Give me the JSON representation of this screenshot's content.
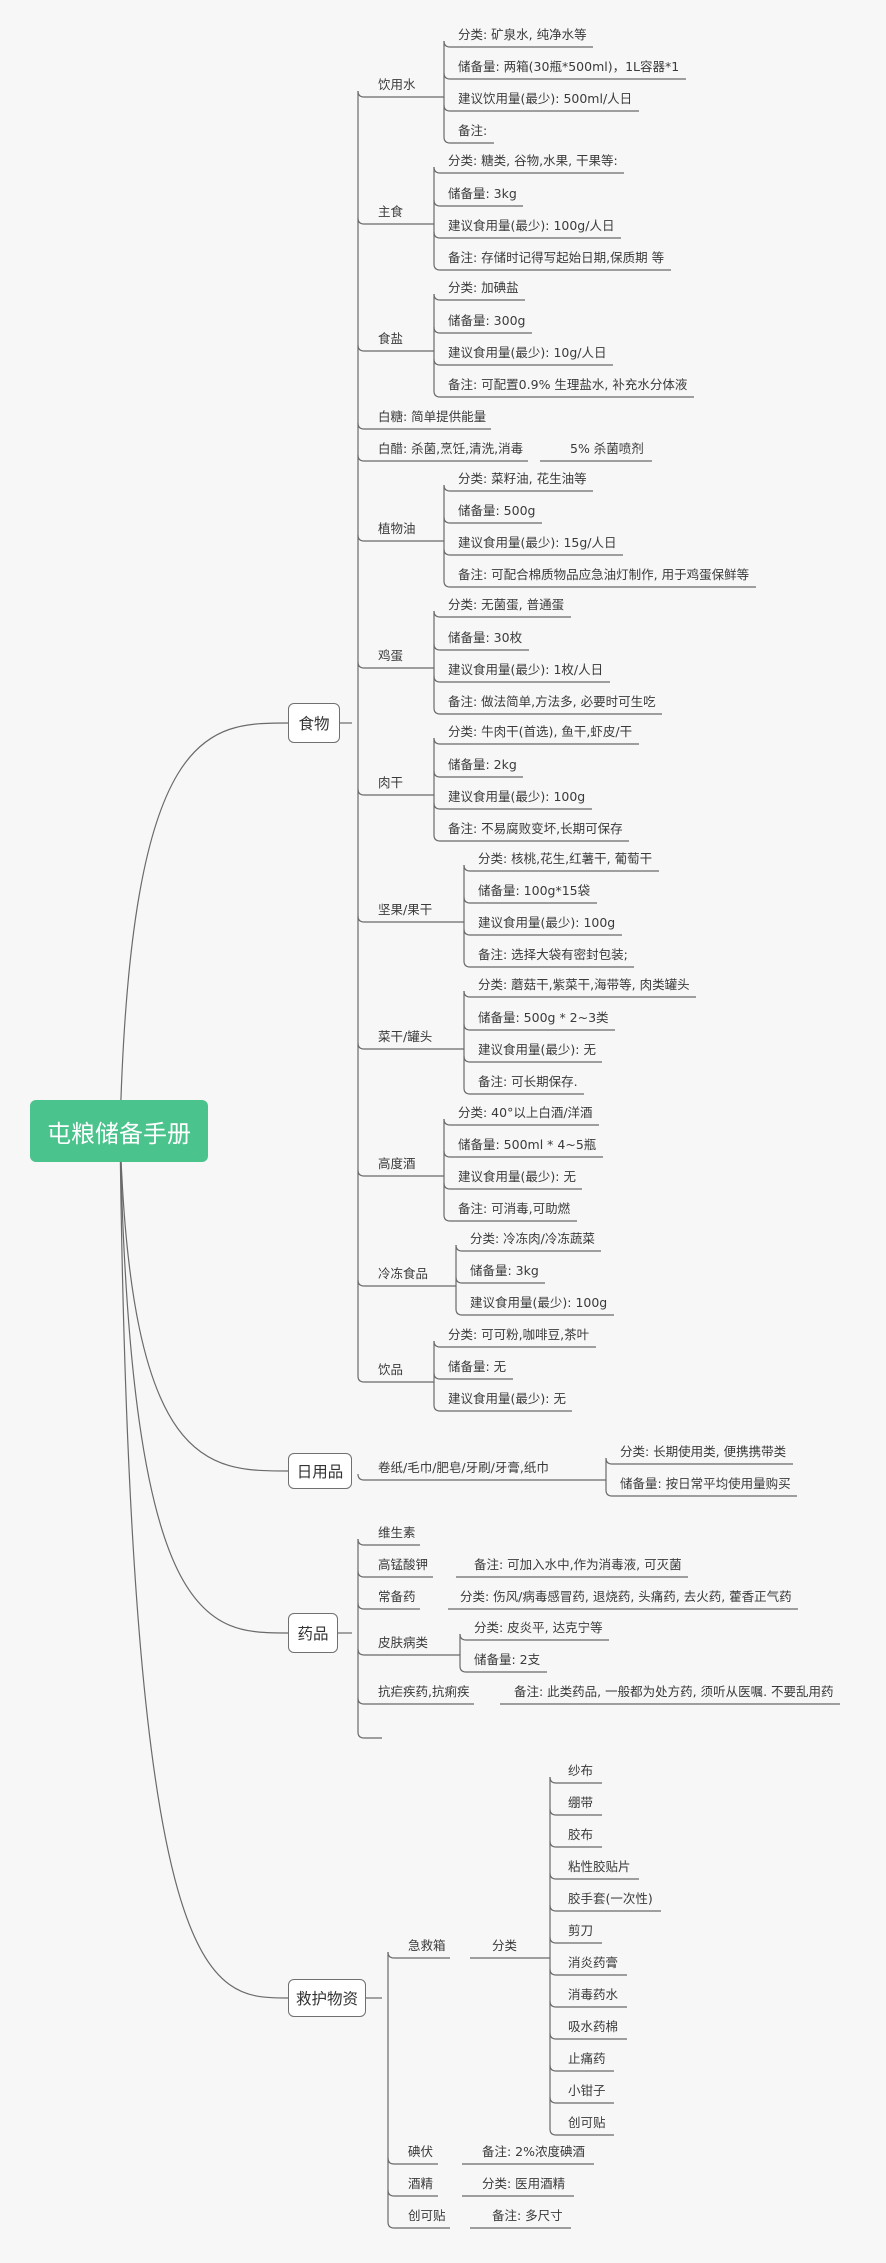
{
  "root": "屯粮储备手册",
  "categories": [
    {
      "label": "食物",
      "children": [
        {
          "label": "饮用水",
          "children": [
            {
              "label": "分类: 矿泉水, 纯净水等"
            },
            {
              "label": "储备量: 两箱(30瓶*500ml)，1L容器*1"
            },
            {
              "label": "建议饮用量(最少): 500ml/人日"
            },
            {
              "label": "备注:"
            }
          ]
        },
        {
          "label": "主食",
          "children": [
            {
              "label": "分类: 糖类, 谷物,水果, 干果等:"
            },
            {
              "label": "储备量:  3kg"
            },
            {
              "label": "建议食用量(最少): 100g/人日"
            },
            {
              "label": "备注: 存储时记得写起始日期,保质期 等"
            }
          ]
        },
        {
          "label": "食盐",
          "children": [
            {
              "label": "分类: 加碘盐"
            },
            {
              "label": "储备量:  300g"
            },
            {
              "label": "建议食用量(最少): 10g/人日"
            },
            {
              "label": "备注:  可配置0.9% 生理盐水, 补充水分体液"
            }
          ]
        },
        {
          "label": "白糖: 简单提供能量"
        },
        {
          "label": "白醋: 杀菌,烹饪,清洗,消毒",
          "children": [
            {
              "label": "5% 杀菌喷剂"
            }
          ]
        },
        {
          "label": "植物油",
          "children": [
            {
              "label": "分类: 菜籽油, 花生油等"
            },
            {
              "label": "储备量:  500g"
            },
            {
              "label": "建议食用量(最少): 15g/人日"
            },
            {
              "label": "备注:  可配合棉质物品应急油灯制作, 用于鸡蛋保鲜等"
            }
          ]
        },
        {
          "label": "鸡蛋",
          "children": [
            {
              "label": "分类: 无菌蛋, 普通蛋"
            },
            {
              "label": "储备量:  30枚"
            },
            {
              "label": "建议食用量(最少): 1枚/人日"
            },
            {
              "label": "备注:  做法简单,方法多, 必要时可生吃"
            }
          ]
        },
        {
          "label": "肉干",
          "children": [
            {
              "label": "分类: 牛肉干(首选), 鱼干,虾皮/干"
            },
            {
              "label": "储备量:  2kg"
            },
            {
              "label": "建议食用量(最少): 100g"
            },
            {
              "label": "备注:  不易腐败变坏,长期可保存"
            }
          ]
        },
        {
          "label": "坚果/果干",
          "children": [
            {
              "label": "分类: 核桃,花生,红薯干, 葡萄干"
            },
            {
              "label": "储备量:  100g*15袋"
            },
            {
              "label": "建议食用量(最少): 100g"
            },
            {
              "label": "备注:  选择大袋有密封包装;"
            }
          ]
        },
        {
          "label": "菜干/罐头",
          "children": [
            {
              "label": "分类: 蘑菇干,紫菜干,海带等, 肉类罐头"
            },
            {
              "label": "储备量:  500g * 2~3类"
            },
            {
              "label": "建议食用量(最少): 无"
            },
            {
              "label": "备注:  可长期保存."
            }
          ]
        },
        {
          "label": "高度酒",
          "children": [
            {
              "label": "分类: 40°以上白酒/洋酒"
            },
            {
              "label": "储备量:  500ml * 4~5瓶"
            },
            {
              "label": "建议食用量(最少): 无"
            },
            {
              "label": "备注:  可消毒,可助燃"
            }
          ]
        },
        {
          "label": "冷冻食品",
          "children": [
            {
              "label": "分类: 冷冻肉/冷冻蔬菜"
            },
            {
              "label": "储备量:  3kg"
            },
            {
              "label": "建议食用量(最少): 100g"
            }
          ]
        },
        {
          "label": "饮品",
          "children": [
            {
              "label": "分类: 可可粉,咖啡豆,茶叶"
            },
            {
              "label": "储备量:  无"
            },
            {
              "label": "建议食用量(最少): 无"
            }
          ]
        }
      ]
    },
    {
      "label": "日用品",
      "children": [
        {
          "label": "卷纸/毛巾/肥皂/牙刷/牙膏,纸巾",
          "children": [
            {
              "label": "分类: 长期使用类, 便携携带类"
            },
            {
              "label": "储备量:  按日常平均使用量购买"
            }
          ]
        }
      ]
    },
    {
      "label": "药品",
      "children": [
        {
          "label": "维生素"
        },
        {
          "label": "高锰酸钾",
          "children": [
            {
              "label": "备注:  可加入水中,作为消毒液, 可灭菌"
            }
          ]
        },
        {
          "label": "常备药",
          "children": [
            {
              "label": "分类: 伤风/病毒感冒药, 退烧药, 头痛药, 去火药, 藿香正气药"
            }
          ]
        },
        {
          "label": "皮肤病类",
          "children": [
            {
              "label": "分类: 皮炎平, 达克宁等"
            },
            {
              "label": "储备量: 2支"
            }
          ]
        },
        {
          "label": "抗疟疾药,抗痢疾",
          "children": [
            {
              "label": "备注: 此类药品, 一般都为处方药, 须听从医嘱. 不要乱用药"
            }
          ]
        },
        {
          "label": ""
        }
      ]
    },
    {
      "label": "救护物资",
      "children": [
        {
          "label": "急救箱",
          "children": [
            {
              "label": "分类",
              "children": [
                {
                  "label": "纱布"
                },
                {
                  "label": "绷带"
                },
                {
                  "label": "胶布"
                },
                {
                  "label": "粘性胶贴片"
                },
                {
                  "label": "胶手套(一次性)"
                },
                {
                  "label": "剪刀"
                },
                {
                  "label": "消炎药膏"
                },
                {
                  "label": "消毒药水"
                },
                {
                  "label": "吸水药棉"
                },
                {
                  "label": "止痛药"
                },
                {
                  "label": "小钳子"
                },
                {
                  "label": "创可贴"
                }
              ]
            }
          ]
        },
        {
          "label": "碘伏",
          "children": [
            {
              "label": "备注: 2%浓度碘酒"
            }
          ]
        },
        {
          "label": "酒精",
          "children": [
            {
              "label": "分类:  医用酒精"
            }
          ]
        },
        {
          "label": "创可贴",
          "children": [
            {
              "label": "备注: 多尺寸"
            }
          ]
        }
      ]
    }
  ]
}
